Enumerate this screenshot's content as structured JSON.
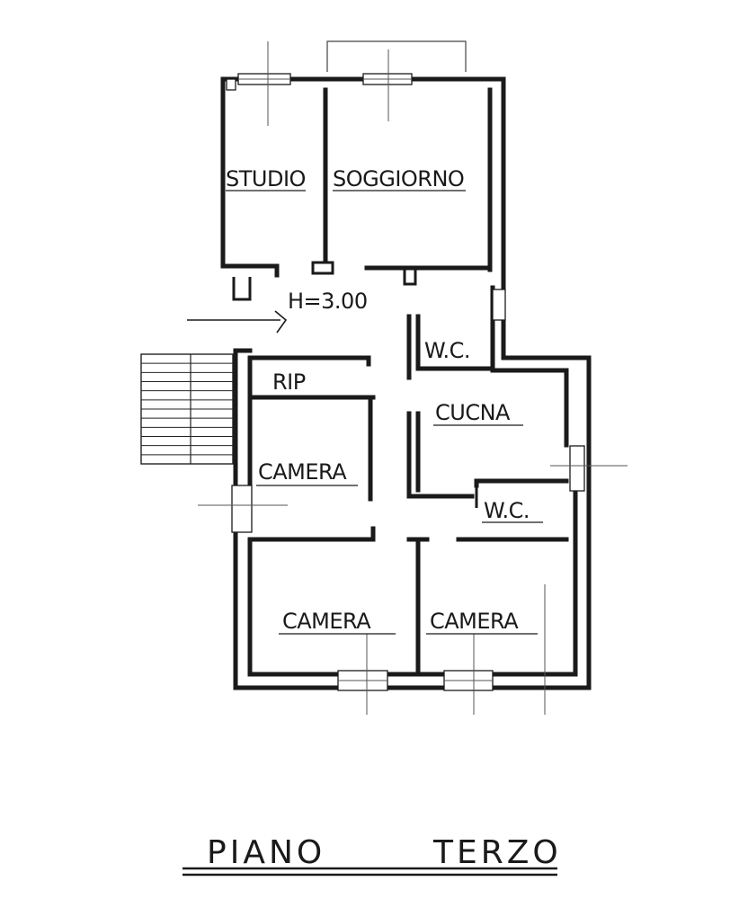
{
  "rooms": {
    "studio": "STUDIO",
    "soggiorno": "SOGGIORNO",
    "ingresso_height": "H=3.00",
    "wc_top": "W.C.",
    "rip": "RIP",
    "cucina": "CUCNA",
    "camera_small": "CAMERA",
    "wc_bottom": "W.C.",
    "camera_left": "CAMERA",
    "camera_right": "CAMERA"
  },
  "footer": {
    "floor_word": "PIANO",
    "floor_name": "TERZO"
  }
}
